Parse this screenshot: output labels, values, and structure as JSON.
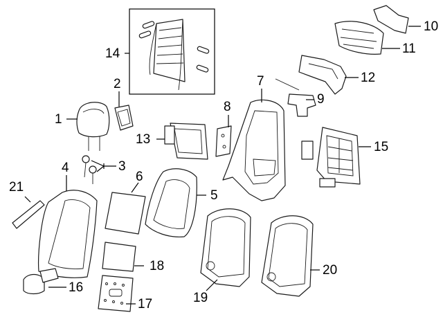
{
  "diagram": {
    "background": "#ffffff",
    "ink": "#000000",
    "callouts": [
      {
        "id": "1",
        "text": "1"
      },
      {
        "id": "2",
        "text": "2"
      },
      {
        "id": "3",
        "text": "3"
      },
      {
        "id": "4",
        "text": "4"
      },
      {
        "id": "5",
        "text": "5"
      },
      {
        "id": "6",
        "text": "6"
      },
      {
        "id": "7",
        "text": "7"
      },
      {
        "id": "8",
        "text": "8"
      },
      {
        "id": "9",
        "text": "9"
      },
      {
        "id": "10",
        "text": "10"
      },
      {
        "id": "11",
        "text": "11"
      },
      {
        "id": "12",
        "text": "12"
      },
      {
        "id": "13",
        "text": "13"
      },
      {
        "id": "14",
        "text": "14"
      },
      {
        "id": "15",
        "text": "15"
      },
      {
        "id": "16",
        "text": "16"
      },
      {
        "id": "17",
        "text": "17"
      },
      {
        "id": "18",
        "text": "18"
      },
      {
        "id": "19",
        "text": "19"
      },
      {
        "id": "20",
        "text": "20"
      },
      {
        "id": "21",
        "text": "21"
      }
    ],
    "parts": [
      "headrest",
      "headrest-guide",
      "bolts",
      "back-cover",
      "back-pad",
      "back-panel",
      "seat-frame",
      "bracket",
      "lumbar-bracket",
      "upper-bracket",
      "back-shell",
      "mechanism-bracket",
      "lumbar-module",
      "lumbar-support-insert",
      "massage-module",
      "control-switch",
      "rear-panel",
      "trim-panel",
      "back-board-left",
      "back-board-right",
      "trim-strip"
    ]
  }
}
